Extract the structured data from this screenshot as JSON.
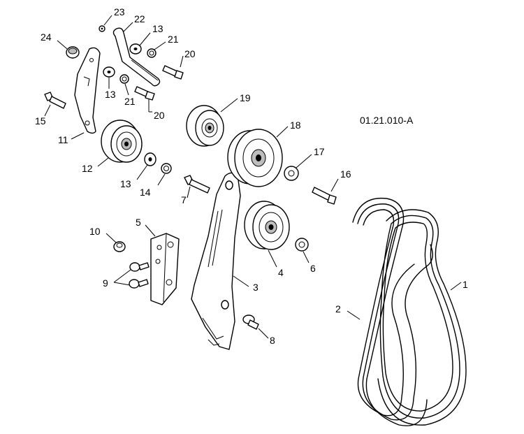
{
  "drawing_code": "01.21.010-A",
  "callouts": {
    "c1": "1",
    "c2": "2",
    "c3": "3",
    "c4": "4",
    "c5": "5",
    "c6": "6",
    "c7": "7",
    "c8": "8",
    "c9": "9",
    "c10": "10",
    "c11": "11",
    "c12": "12",
    "c13a": "13",
    "c13b": "13",
    "c13c": "13",
    "c14": "14",
    "c15": "15",
    "c16": "16",
    "c17": "17",
    "c18": "18",
    "c19": "19",
    "c20a": "20",
    "c20b": "20",
    "c21a": "21",
    "c21b": "21",
    "c22": "22",
    "c23": "23",
    "c24": "24"
  }
}
